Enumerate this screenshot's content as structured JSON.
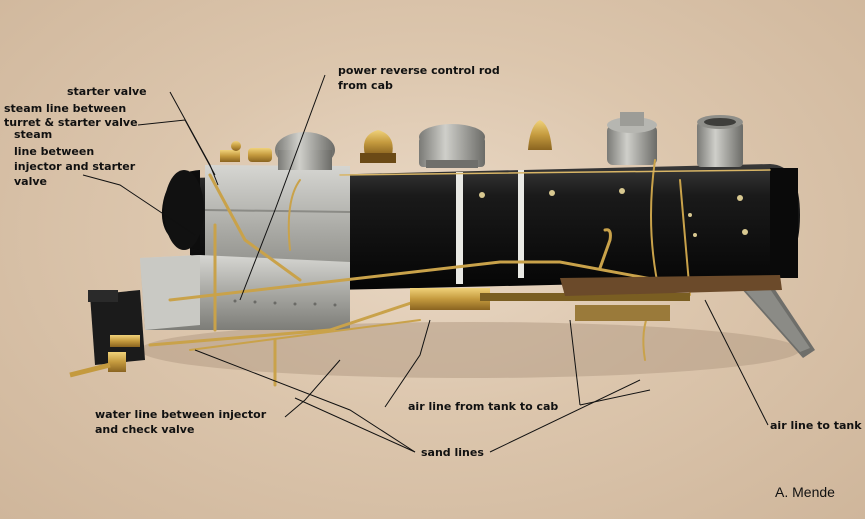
{
  "labels": {
    "starter_valve": "starter valve",
    "steam_line_turret_line1": "steam line between",
    "steam_line_turret_line2": "turret & starter valve",
    "steam_line_injector_line1": "steam",
    "steam_line_injector_line2": "line between",
    "steam_line_injector_line3": "injector and starter",
    "steam_line_injector_line4": "valve",
    "power_reverse_line1": "power reverse control rod",
    "power_reverse_line2": "from cab",
    "water_line_line1": "water line between injector",
    "water_line_line2": "and check valve",
    "air_line_tank_cab": "air line from tank to cab",
    "sand_lines": "sand lines",
    "air_line_to_tank": "air line to tank"
  },
  "credit": "A. Mende",
  "colors": {
    "background": "#d8c3ac",
    "boiler": "#151515",
    "brass": "#c9a24a",
    "cast_metal": "#a9a9a4",
    "label_text": "#111111"
  }
}
